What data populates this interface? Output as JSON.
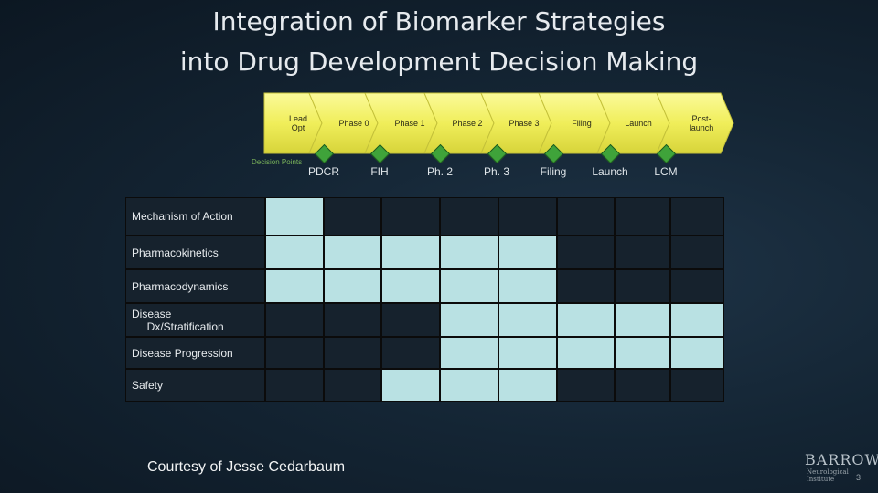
{
  "title": {
    "line1": "Integration of Biomarker Strategies",
    "line2": "into Drug Development Decision Making"
  },
  "phases": [
    "Lead Opt",
    "Phase 0",
    "Phase 1",
    "Phase 2",
    "Phase 3",
    "Filing",
    "Launch",
    "Post-launch"
  ],
  "decision_points_title": "Decision Points",
  "decision_points": [
    "PDCR",
    "FIH",
    "Ph. 2",
    "Ph. 3",
    "Filing",
    "Launch",
    "LCM"
  ],
  "rows": [
    {
      "label": "Mechanism of Action",
      "cells": [
        1,
        0,
        0,
        0,
        0,
        0,
        0,
        0
      ]
    },
    {
      "label": "Pharmacokinetics",
      "cells": [
        1,
        1,
        1,
        1,
        1,
        0,
        0,
        0
      ]
    },
    {
      "label": "Pharmacodynamics",
      "cells": [
        1,
        1,
        1,
        1,
        1,
        0,
        0,
        0
      ]
    },
    {
      "label": "Disease\n     Dx/Stratification",
      "cells": [
        0,
        0,
        0,
        1,
        1,
        1,
        1,
        1
      ]
    },
    {
      "label": "Disease Progression",
      "cells": [
        0,
        0,
        0,
        1,
        1,
        1,
        1,
        1
      ]
    },
    {
      "label": "Safety",
      "cells": [
        0,
        0,
        1,
        1,
        1,
        0,
        0,
        0
      ]
    }
  ],
  "courtesy": "Courtesy of Jesse Cedarbaum",
  "logo": {
    "name": "BARROW",
    "sub": "Neurological Institute"
  },
  "page_number": "3",
  "colors": {
    "active_cell": "#b9e1e3",
    "chevron_yellow": "#f0ee6a",
    "diamond_green": "#3fa33a"
  }
}
